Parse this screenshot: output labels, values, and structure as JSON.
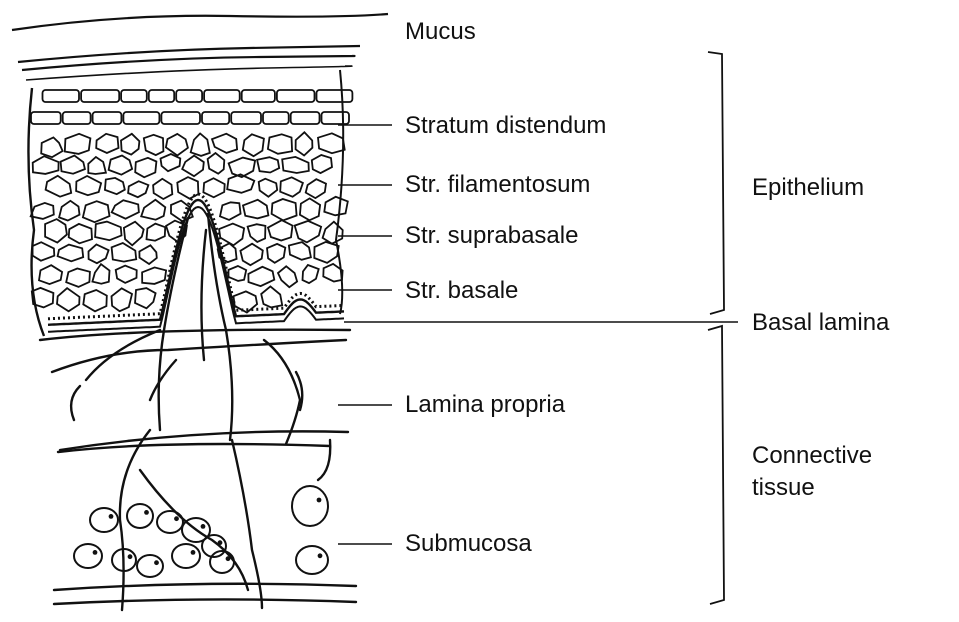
{
  "labels": {
    "mucus": "Mucus",
    "stratum_distendum": "Stratum distendum",
    "str_filamentosum": "Str. filamentosum",
    "str_suprabasale": "Str. suprabasale",
    "str_basale": "Str. basale",
    "basal_lamina": "Basal lamina",
    "lamina_propria": "Lamina propria",
    "submucosa": "Submucosa",
    "epithelium": "Epithelium",
    "connective_tissue_line1": "Connective",
    "connective_tissue_line2": "tissue"
  },
  "colors": {
    "ink": "#111111",
    "background": "#ffffff"
  }
}
